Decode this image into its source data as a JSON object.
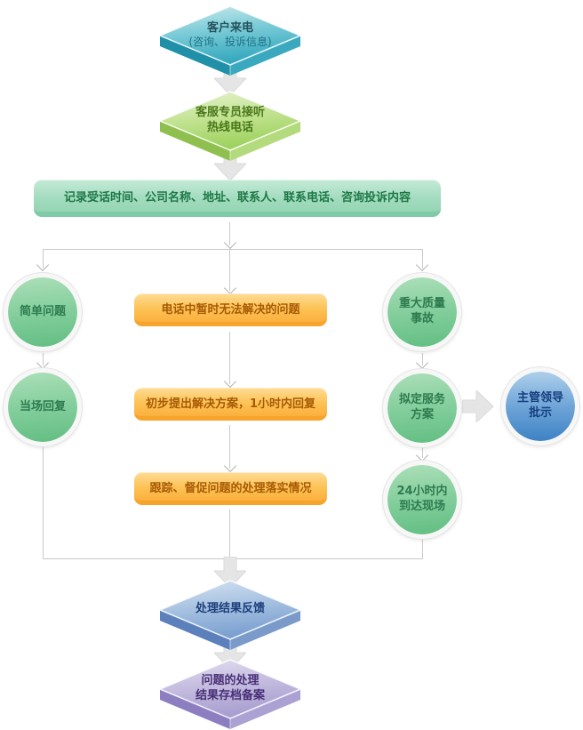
{
  "flowchart": {
    "start": {
      "title": "客户来电",
      "subtitle": "(咨询、投诉信息)"
    },
    "agent_answer": {
      "line1": "客服专员接听",
      "line2": "热线电话"
    },
    "record_info": {
      "label": "记录受话时间、公司名称、地址、联系人、联系电话、咨询投诉内容"
    },
    "simple_issue": {
      "label": "简单问题"
    },
    "onsite_reply": {
      "label": "当场回复"
    },
    "phone_unsolvable": {
      "label": "电话中暂时无法解决的问题"
    },
    "propose_solution": {
      "label": "初步提出解决方案，1小时内回复"
    },
    "track_supervise": {
      "label": "跟踪、督促问题的处理落实情况"
    },
    "major_accident": {
      "line1": "重大质量",
      "line2": "事故"
    },
    "service_plan": {
      "line1": "拟定服务",
      "line2": "方案"
    },
    "leader_approval": {
      "line1": "主管领导",
      "line2": "批示"
    },
    "arrive_24h": {
      "line1": "24小时内",
      "line2": "到达现场"
    },
    "result_feedback": {
      "label": "处理结果反馈"
    },
    "archive": {
      "line1": "问题的处理",
      "line2": "结果存档备案"
    }
  },
  "colors": {
    "teal_diamond": "#3FB0C4",
    "green_diamond": "#9ED25E",
    "mint_bar": "#A2DBBE",
    "green_circle": "#62BE82",
    "orange_box": "#FBB03E",
    "blue_circle": "#3D82C4",
    "blue_diamond": "#7BA0D0",
    "purple_diamond": "#A89FD0",
    "connector_gray": "#C9C9C9",
    "arrow_gray": "#E5E5E5"
  }
}
